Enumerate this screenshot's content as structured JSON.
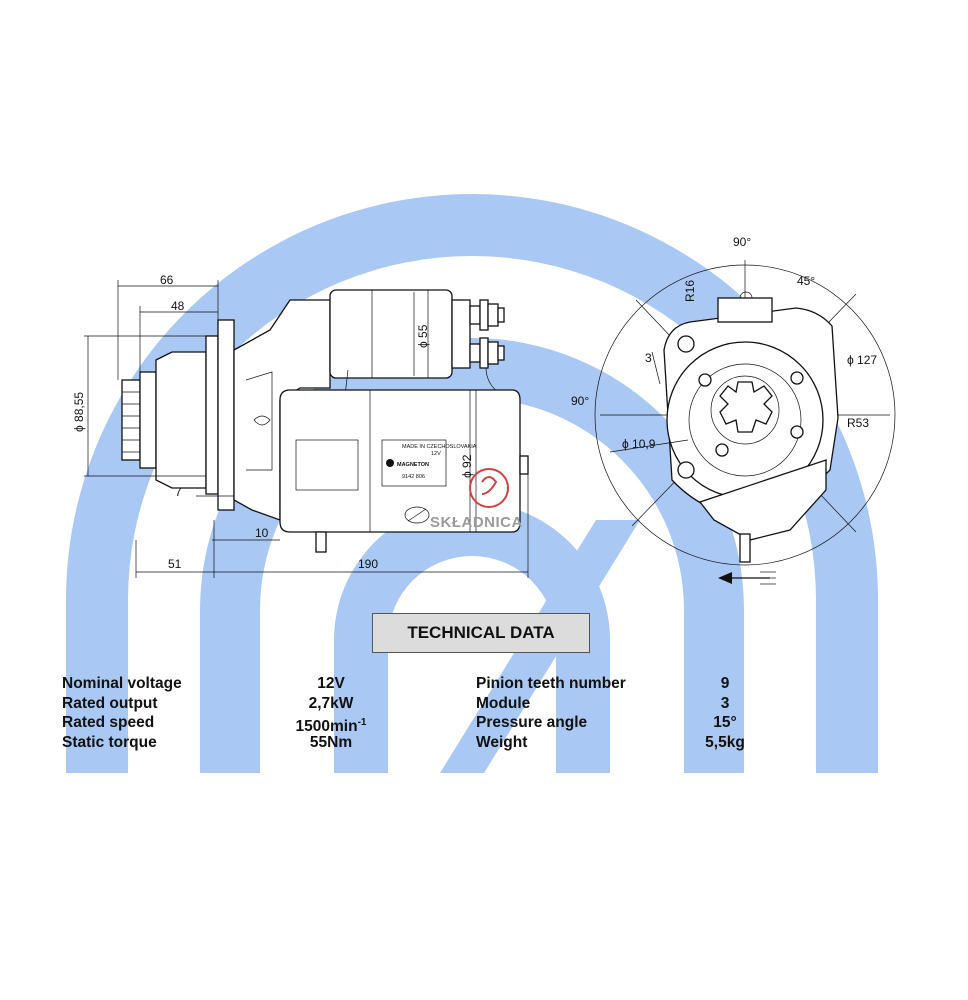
{
  "watermark": {
    "text": "SKŁADNICA"
  },
  "dimensions": {
    "d66": "66",
    "d48": "48",
    "d88_55": "ϕ 88,55",
    "d7": "7",
    "d10": "10",
    "d51": "51",
    "d190": "190",
    "d55": "ϕ 55",
    "d92": "ϕ 92",
    "a90_top": "90°",
    "a45": "45°",
    "r16": "R16",
    "a90_left": "90°",
    "d3": "3",
    "d127": "ϕ 127",
    "r53": "R53",
    "d10_9": "ϕ 10,9"
  },
  "nameplate": {
    "brand": "MAGNETON",
    "voltage": "12V",
    "part_no": "9142 806",
    "small_text": "MADE IN CZECHOSLOVAKIA"
  },
  "technical_data": {
    "title": "TECHNICAL DATA",
    "left": [
      {
        "label": "Nominal voltage",
        "value": "12V"
      },
      {
        "label": "Rated output",
        "value": "2,7kW"
      },
      {
        "label": "Rated speed",
        "value": "1500min",
        "sup": "-1"
      },
      {
        "label": "Static torque",
        "value": "55Nm"
      }
    ],
    "right": [
      {
        "label": "Pinion teeth number",
        "value": "9"
      },
      {
        "label": "Module",
        "value": "3"
      },
      {
        "label": "Pressure angle",
        "value": "15°"
      },
      {
        "label": "Weight",
        "value": "5,5kg"
      }
    ]
  }
}
